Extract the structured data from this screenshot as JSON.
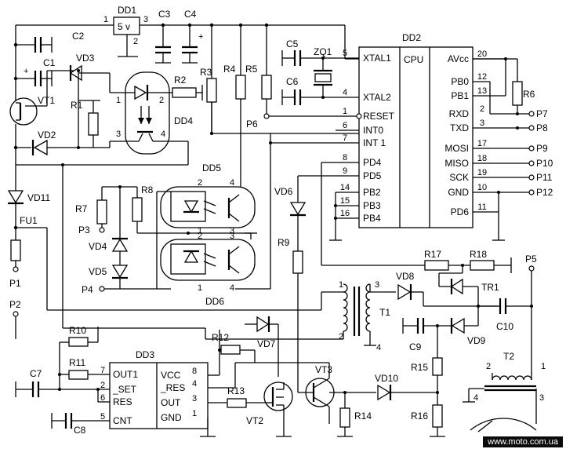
{
  "footer": "www.moto.com.ua",
  "chips": {
    "dd1": "DD1",
    "dd1_value": "5 v",
    "dd2": "DD2",
    "cpu": "CPU",
    "dd2_left": [
      "XTAL1",
      "XTAL2",
      "RESET",
      "INT0",
      "INT 1",
      "PD4",
      "PD5",
      "PB2",
      "PB3",
      "PB4"
    ],
    "dd2_left_pins": [
      "5",
      "4",
      "1",
      "6",
      "7",
      "8",
      "9",
      "14",
      "15",
      "16"
    ],
    "dd2_right": [
      "AVcc",
      "PB0",
      "PB1",
      "RXD",
      "TXD",
      "MOSI",
      "MISO",
      "SCK",
      "GND",
      "PD6"
    ],
    "dd2_right_pins": [
      "20",
      "12",
      "13",
      "2",
      "3",
      "17",
      "18",
      "19",
      "10",
      "11"
    ],
    "dd3": "DD3",
    "dd3_left": [
      "OUT1",
      "_SET",
      "RES",
      "CNT"
    ],
    "dd3_left_pins": [
      "7",
      "2",
      "6",
      "5"
    ],
    "dd3_right": [
      "VCC",
      "_RES",
      "OUT",
      "GND"
    ],
    "dd3_right_pins": [
      "8",
      "4",
      "3",
      "1"
    ],
    "dd4": "DD4",
    "dd5": "DD5",
    "dd6": "DD6"
  },
  "components": {
    "c1": "C1",
    "c2": "C2",
    "c3": "C3",
    "c4": "C4",
    "c5": "C5",
    "c6": "C6",
    "c7": "C7",
    "c8": "C8",
    "c9": "C9",
    "c10": "C10",
    "r1": "R1",
    "r2": "R2",
    "r3": "R3",
    "r4": "R4",
    "r5": "R5",
    "r6": "R6",
    "r7": "R7",
    "r8": "R8",
    "r9": "R9",
    "r10": "R10",
    "r11": "R11",
    "r12": "R12",
    "r13": "R13",
    "r14": "R14",
    "r15": "R15",
    "r16": "R16",
    "r17": "R17",
    "r18": "R18",
    "vd2": "VD2",
    "vd3": "VD3",
    "vd4": "VD4",
    "vd5": "VD5",
    "vd6": "VD6",
    "vd7": "VD7",
    "vd8": "VD8",
    "vd9": "VD9",
    "vd10": "VD10",
    "vd11": "VD11",
    "vt1": "VT1",
    "vt2": "VT2",
    "vt3": "VT3",
    "t1": "T1",
    "t2": "T2",
    "tr1": "TR1",
    "zq1": "ZQ1",
    "fu1": "FU1"
  },
  "ports": {
    "p1": "P1",
    "p2": "P2",
    "p3": "P3",
    "p4": "P4",
    "p5": "P5",
    "p6": "P6",
    "p7": "P7",
    "p8": "P8",
    "p9": "P9",
    "p10": "P10",
    "p11": "P11",
    "p12": "P12"
  },
  "pins": {
    "one": "1",
    "two": "2",
    "three": "3",
    "four": "4",
    "five": "5",
    "plus": "+"
  }
}
